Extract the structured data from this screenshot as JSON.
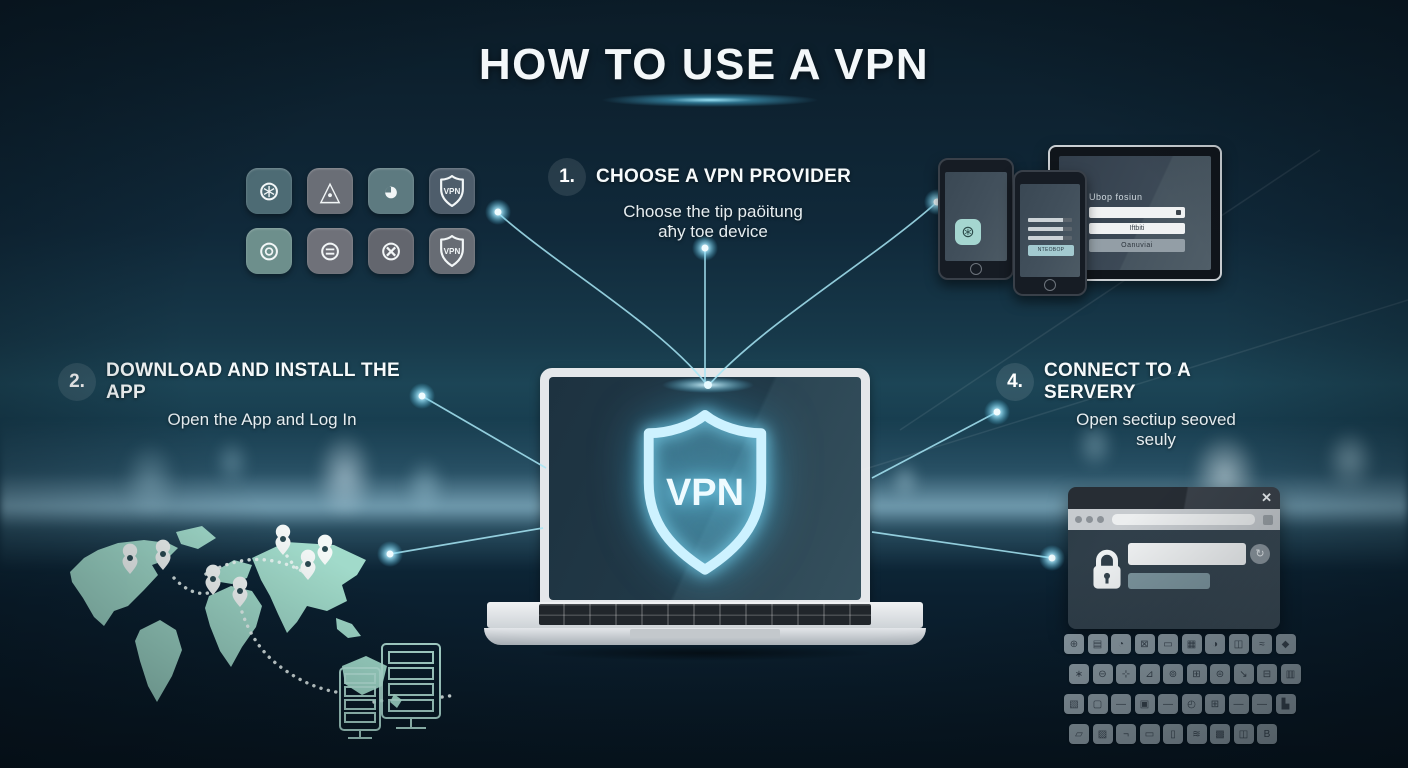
{
  "title": "HOW TO USE A VPN",
  "steps": [
    {
      "number": "1.",
      "heading": "CHOOSE A VPN PROVIDER",
      "sub1": "Choose the tip paöitung",
      "sub2": "aħy toe device"
    },
    {
      "number": "2.",
      "heading": "DOWNLOAD AND INSTALL THE APP",
      "sub1": "Open the App and Log In",
      "sub2": ""
    },
    {
      "number": "4.",
      "heading": "CONNECT TO A SERVERY",
      "sub1": "Open sectiup seoved",
      "sub2": "seuly"
    }
  ],
  "laptop": {
    "shield_label": "VPN"
  },
  "app_icons": {
    "shield_label": "VPN",
    "glyphs": [
      "⊛",
      "◬",
      "◕",
      "⊚",
      "⊜",
      "⊗"
    ]
  },
  "devices": {
    "tablet_form": {
      "title": "Ubop fosiun",
      "field_value": "Iftbiti",
      "button": "Oanuviai"
    },
    "phone_app_glyph": "⊛",
    "phone_button": "NTEOBOP"
  },
  "browser": {
    "close": "✕",
    "circle_glyph": "↻"
  },
  "key_grid": {
    "rows": [
      [
        "⊕",
        "▤",
        "◔",
        "⊠",
        "▭",
        "▦",
        "◑",
        "◫",
        "≈",
        "◆"
      ],
      [
        "∗",
        "⊖",
        "⊹",
        "⊿",
        "⊚",
        "⊞",
        "⊜",
        "↘",
        "⊟",
        "▥"
      ],
      [
        "▧",
        "▢",
        "―",
        "▣",
        "―",
        "◴",
        "⊞",
        "—",
        "―",
        "▙"
      ],
      [
        "▱",
        "▨",
        "¬",
        "▭",
        "▯",
        "≋",
        "▩",
        "◫",
        "B"
      ]
    ]
  },
  "colors": {
    "accent_cyan": "#8fe2f8",
    "map_green": "#a9e4d2",
    "background_dark": "#0b1c28"
  }
}
